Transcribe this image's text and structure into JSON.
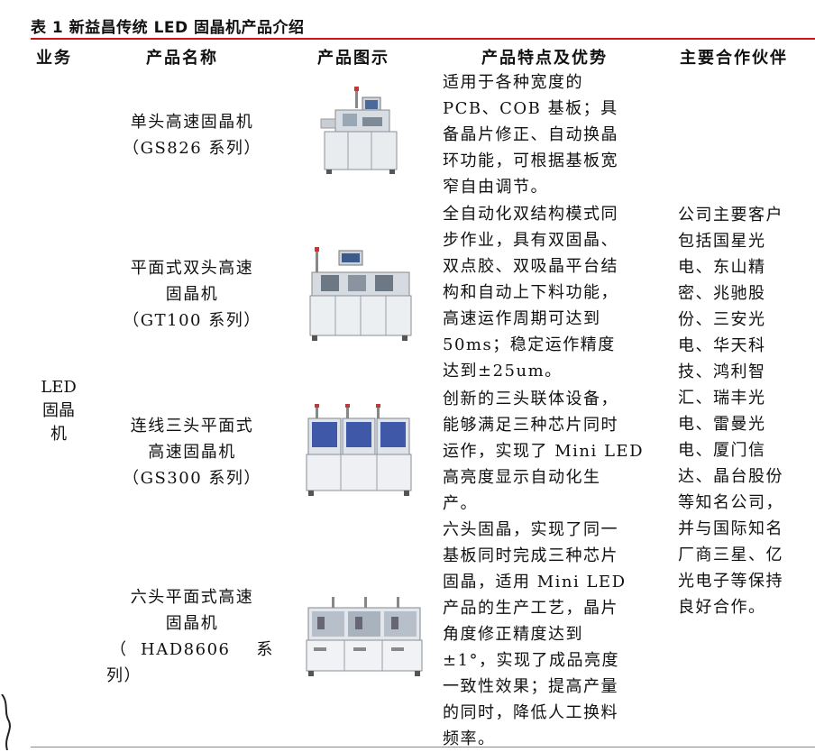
{
  "caption": "表 1 新益昌传统 LED 固晶机产品介绍",
  "headers": {
    "business": "业务",
    "name": "产品名称",
    "image": "产品图示",
    "features": "产品特点及优势",
    "partners": "主要合作伙伴"
  },
  "business": {
    "lines": [
      "LED",
      "固晶",
      "机"
    ]
  },
  "products": [
    {
      "name_lines": [
        "单头高速固晶机",
        "（GS826 系列）"
      ],
      "feature_lines": [
        "适用于各种宽度的",
        "PCB、COB 基板；具",
        "备晶片修正、自动换晶",
        "环功能，可根据基板宽",
        "窄自由调节。"
      ]
    },
    {
      "name_lines": [
        "平面式双头高速",
        "固晶机",
        "（GT100 系列）"
      ],
      "feature_lines": [
        "全自动化双结构模式同",
        "步作业，具有双固晶、",
        "双点胶、双吸晶平台结",
        "构和自动上下料功能，",
        "高速运作周期可达到",
        "50ms；稳定运作精度",
        "达到±25um。"
      ]
    },
    {
      "name_lines": [
        "连线三头平面式",
        "高速固晶机",
        "（GS300 系列）"
      ],
      "feature_lines": [
        "创新的三头联体设备，",
        "能够满足三种芯片同时",
        "运作，实现了 Mini LED",
        "高亮度显示自动化生",
        "产。"
      ]
    },
    {
      "name_lines": [
        "六头平面式高速",
        "固晶机",
        "（  HAD8606    系",
        "列）"
      ],
      "feature_lines": [
        "六头固晶，实现了同一",
        "基板同时完成三种芯片",
        "固晶，适用 Mini LED",
        "产品的生产工艺，晶片",
        "角度修正精度达到",
        "±1°，实现了成品亮度",
        "一致性效果；提高产量",
        "的同时，降低人工换料",
        "频率。"
      ]
    }
  ],
  "partners": {
    "lines": [
      "公司主要客户",
      "包括国星光",
      "电、东山精",
      "密、兆驰股",
      "份、三安光",
      "电、华天科",
      "技、鸿利智",
      "汇、瑞丰光",
      "电、雷曼光",
      "电、厦门信",
      "达、晶台股份",
      "等知名公司，",
      "并与国际知名",
      "厂商三星、亿",
      "光电子等保持",
      "良好合作。"
    ]
  }
}
